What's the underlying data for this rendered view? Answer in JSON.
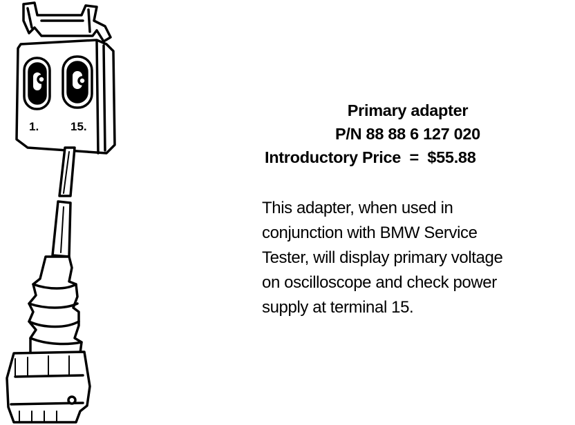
{
  "illustration": {
    "name": "primary-adapter-drawing",
    "terminal_labels": [
      "1.",
      "15."
    ]
  },
  "heading": {
    "title": "Primary adapter",
    "part_number": "P/N 88 88 6 127 020",
    "price_label": "Introductory Price",
    "price_separator": "=",
    "price_value": "$55.88"
  },
  "description": {
    "lines": [
      "This adapter, when used in",
      "conjunction with BMW Service",
      "Tester, will display primary voltage",
      "on oscilloscope and check power",
      "supply at terminal 15."
    ]
  }
}
